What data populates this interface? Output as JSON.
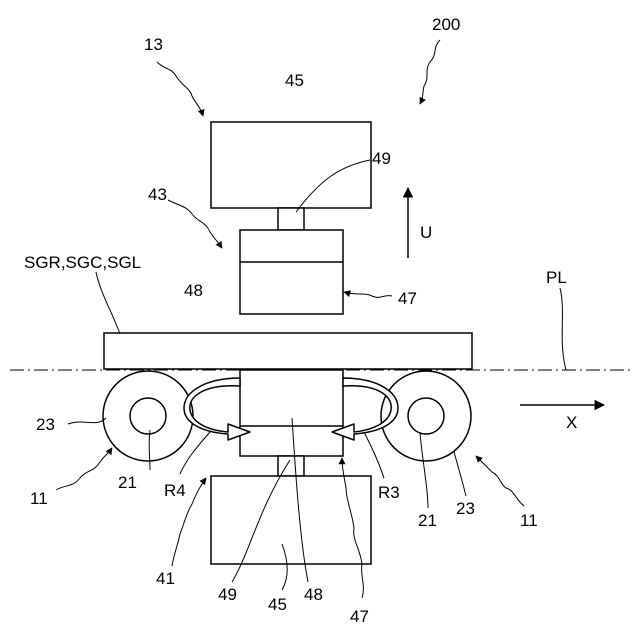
{
  "labels": {
    "ref_13": "13",
    "ref_200": "200",
    "ref_45_top": "45",
    "ref_49_top": "49",
    "ref_43": "43",
    "dir_u": "U",
    "ref_sg": "SGR,SGC,SGL",
    "ref_pl": "PL",
    "ref_48_top": "48",
    "ref_47_top": "47",
    "ref_23_left": "23",
    "dir_x": "X",
    "ref_11_left": "11",
    "ref_21_left": "21",
    "ref_r4": "R4",
    "ref_r3": "R3",
    "ref_21_right": "21",
    "ref_23_right": "23",
    "ref_11_right": "11",
    "ref_41": "41",
    "ref_49_bottom": "49",
    "ref_45_bottom": "45",
    "ref_48_bottom": "48",
    "ref_47_bottom": "47"
  }
}
